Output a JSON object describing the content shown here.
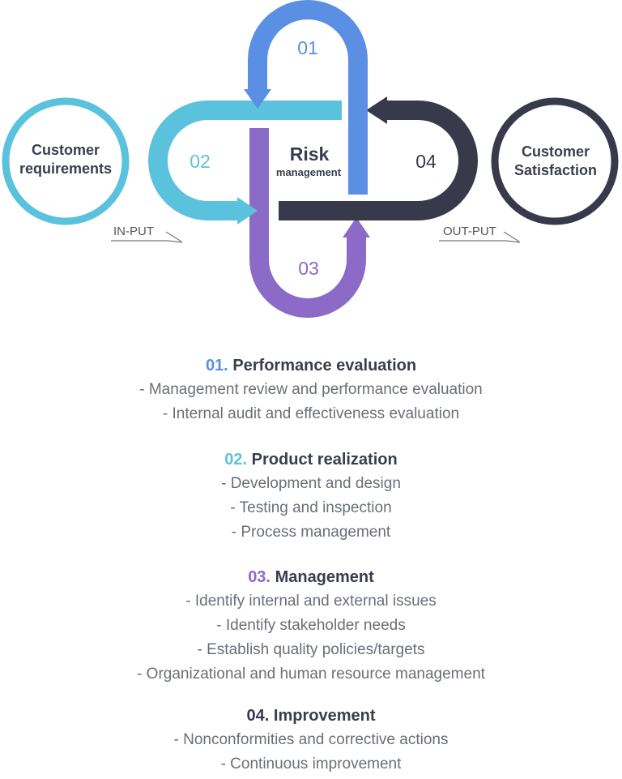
{
  "diagram": {
    "center": {
      "title": "Risk",
      "subtitle": "management"
    },
    "left_circle": {
      "line1": "Customer",
      "line2": "requirements"
    },
    "right_circle": {
      "line1": "Customer",
      "line2": "Satisfaction"
    },
    "input_label": "IN-PUT",
    "output_label": "OUT-PUT",
    "loop_numbers": [
      "01",
      "02",
      "03",
      "04"
    ]
  },
  "colors": {
    "blue": "#5b8fe3",
    "cyan": "#5bc2de",
    "purple": "#8b6ac8",
    "navy": "#383a4b",
    "text_gray": "#6b6e79"
  },
  "sections": [
    {
      "num": "01.",
      "title": "Performance evaluation",
      "color": "#5b8fe3",
      "items": [
        "- Management review and performance evaluation",
        "- Internal audit and effectiveness evaluation"
      ]
    },
    {
      "num": "02.",
      "title": "Product realization",
      "color": "#5bc2de",
      "items": [
        "- Development and design",
        "- Testing and inspection",
        "- Process management"
      ]
    },
    {
      "num": "03.",
      "title": "Management",
      "color": "#8b6ac8",
      "items": [
        "- Identify internal and external issues",
        "- Identify stakeholder needs",
        "- Establish quality policies/targets",
        "- Organizational and human resource management"
      ]
    },
    {
      "num": "04.",
      "title": "Improvement",
      "color": "#383a4b",
      "items": [
        "- Nonconformities and corrective actions",
        "- Continuous improvement"
      ]
    }
  ]
}
